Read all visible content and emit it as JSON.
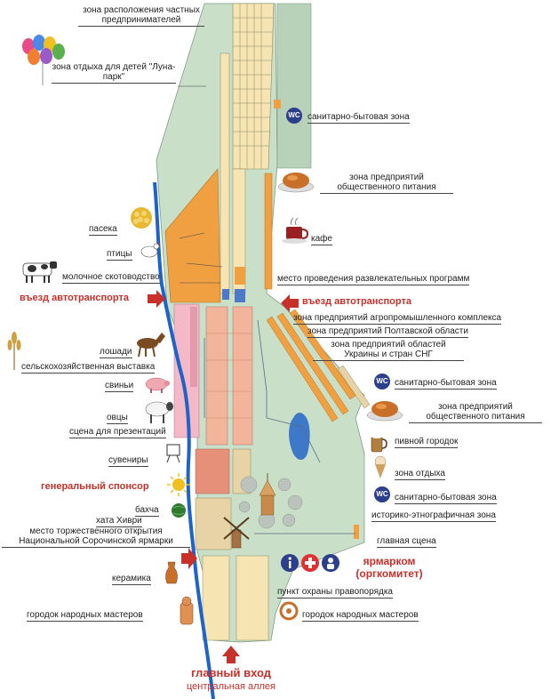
{
  "colors": {
    "river": "#1e63c9",
    "zone_green": "#c9dfc8",
    "zone_green_dark": "#b7d2b9",
    "orange": "#f0a040",
    "pink": "#f5b8c6",
    "salmon": "#f2b49a",
    "beige": "#f6e4b2",
    "arrow": "#c8302a",
    "wc": "#2b3f8c"
  },
  "labels": {
    "private_entrepreneurs": "зона расположения частных предпринимателей",
    "luna_park": "зона отдыха для детей \"Луна-парк\"",
    "sanitary_1": "санитарно-бытовая зона",
    "food_1": "зона предприятий общественного питания",
    "apiary": "пасека",
    "cafe": "кафе",
    "birds": "птицы",
    "dairy_cattle": "молочное скотоводство",
    "entertainment": "место проведения развлекательных программ",
    "vehicle_entry_left": "въезд автотранспорта",
    "vehicle_entry_right": "въезд автотранспорта",
    "agro_zone": "зона предприятий агропромышленного комплекса",
    "poltava_zone": "зона предприятий Полтавской области",
    "ukraine_zone": "зона предприятий областей Украины и стран СНГ",
    "horses": "лошади",
    "agri_exhibition": "сельскохозяйственная выставка",
    "sanitary_2": "санитарно-бытовая зона",
    "pigs": "свиньи",
    "food_2": "зона предприятий общественного питания",
    "sheep": "овцы",
    "presentation_stage": "сцена для презентаций",
    "beer_town": "пивной городок",
    "souvenirs": "сувениры",
    "rest_zone": "зона отдыха",
    "general_sponsor": "генеральный спонсор",
    "sanitary_3": "санитарно-бытовая зона",
    "melon_field": "бахча",
    "khivri_house": "хата Хиври",
    "historic_zone": "историко-этнографичная зона",
    "opening_place": "место торжественного открытия Национальной Сорочинской ярмарки",
    "main_stage": "главная сцена",
    "ceramics": "керамика",
    "fair_committee": "ярмарком (оргкомитет)",
    "police_point": "пункт охраны правопорядка",
    "masters_left": "городок народных мастеров",
    "masters_right": "городок народных мастеров",
    "main_entrance": "главный вход",
    "central_alley": "центральная аллея",
    "wc": "WC"
  },
  "icons": [
    "balloons-icon",
    "honeycomb-icon",
    "cafe-cup-icon",
    "roast-chicken-icon",
    "hen-icon",
    "cow-icon",
    "wheat-icon",
    "horse-icon",
    "pig-icon",
    "sheep-icon",
    "easel-icon",
    "sun-icon",
    "watermelon-icon",
    "windmill-icon",
    "beer-mug-icon",
    "ice-cream-icon",
    "jug-icon",
    "pottery-icon",
    "pretzel-icon",
    "info-icon",
    "first-aid-icon",
    "police-icon",
    "arrow-icon"
  ]
}
